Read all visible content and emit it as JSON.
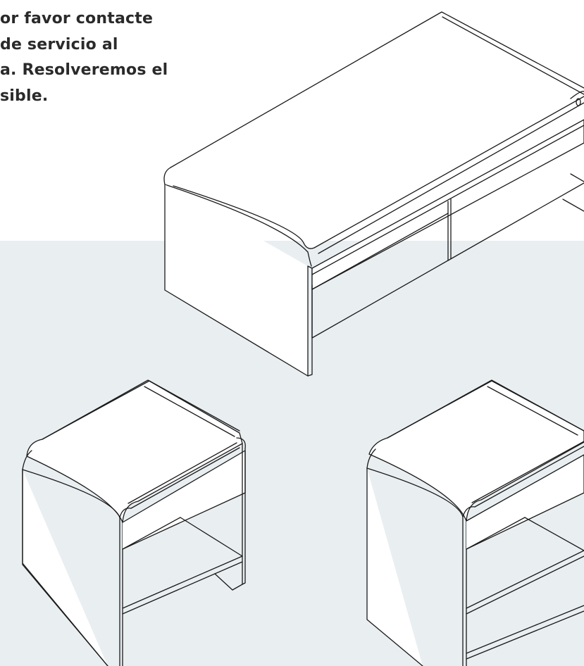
{
  "page": {
    "background_color": "#ffffff",
    "band_color": "#e9eef1",
    "text_color": "#2a2a2a",
    "line_color": "#1a1a1a"
  },
  "instruction_text": {
    "lines": [
      "or favor contacte",
      "de servicio al",
      "a. Resolveremos el",
      "sible."
    ]
  },
  "illustrations": [
    {
      "name": "coffee-table-with-drawers"
    },
    {
      "name": "nightstand-left"
    },
    {
      "name": "nightstand-right"
    }
  ]
}
